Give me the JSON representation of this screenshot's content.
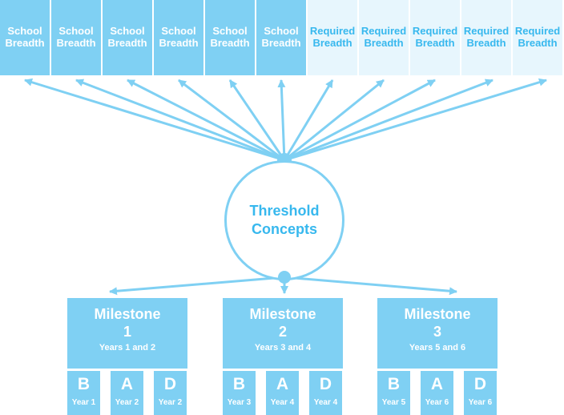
{
  "top_row": {
    "boxes": [
      {
        "line1": "School",
        "line2": "Breadth"
      },
      {
        "line1": "School",
        "line2": "Breadth"
      },
      {
        "line1": "School",
        "line2": "Breadth"
      },
      {
        "line1": "School",
        "line2": "Breadth"
      },
      {
        "line1": "School",
        "line2": "Breadth"
      },
      {
        "line1": "School",
        "line2": "Breadth"
      },
      {
        "line1": "Required",
        "line2": "Breadth"
      },
      {
        "line1": "Required",
        "line2": "Breadth"
      },
      {
        "line1": "Required",
        "line2": "Breadth"
      },
      {
        "line1": "Required",
        "line2": "Breadth"
      },
      {
        "line1": "Required",
        "line2": "Breadth"
      }
    ]
  },
  "threshold": {
    "label": "Threshold\nConcepts"
  },
  "milestones": [
    {
      "title": "Milestone",
      "number": "1",
      "years": "Years 1 and 2",
      "parts": [
        {
          "letter": "B",
          "year": "Year 1"
        },
        {
          "letter": "A",
          "year": "Year 2"
        },
        {
          "letter": "D",
          "year": "Year 2"
        }
      ]
    },
    {
      "title": "Milestone",
      "number": "2",
      "years": "Years 3 and 4",
      "parts": [
        {
          "letter": "B",
          "year": "Year 3"
        },
        {
          "letter": "A",
          "year": "Year 4"
        },
        {
          "letter": "D",
          "year": "Year 4"
        }
      ]
    },
    {
      "title": "Milestone",
      "number": "3",
      "years": "Years 5 and 6",
      "parts": [
        {
          "letter": "B",
          "year": "Year 5"
        },
        {
          "letter": "A",
          "year": "Year 6"
        },
        {
          "letter": "D",
          "year": "Year 6"
        }
      ]
    }
  ],
  "colors": {
    "school_fill": "#7fd0f3",
    "required_fill": "#e7f6fd",
    "required_text": "#37b8ee",
    "accent": "#7fd0f3",
    "threshold_text": "#37b8ee",
    "text_light": "#ffffff"
  }
}
